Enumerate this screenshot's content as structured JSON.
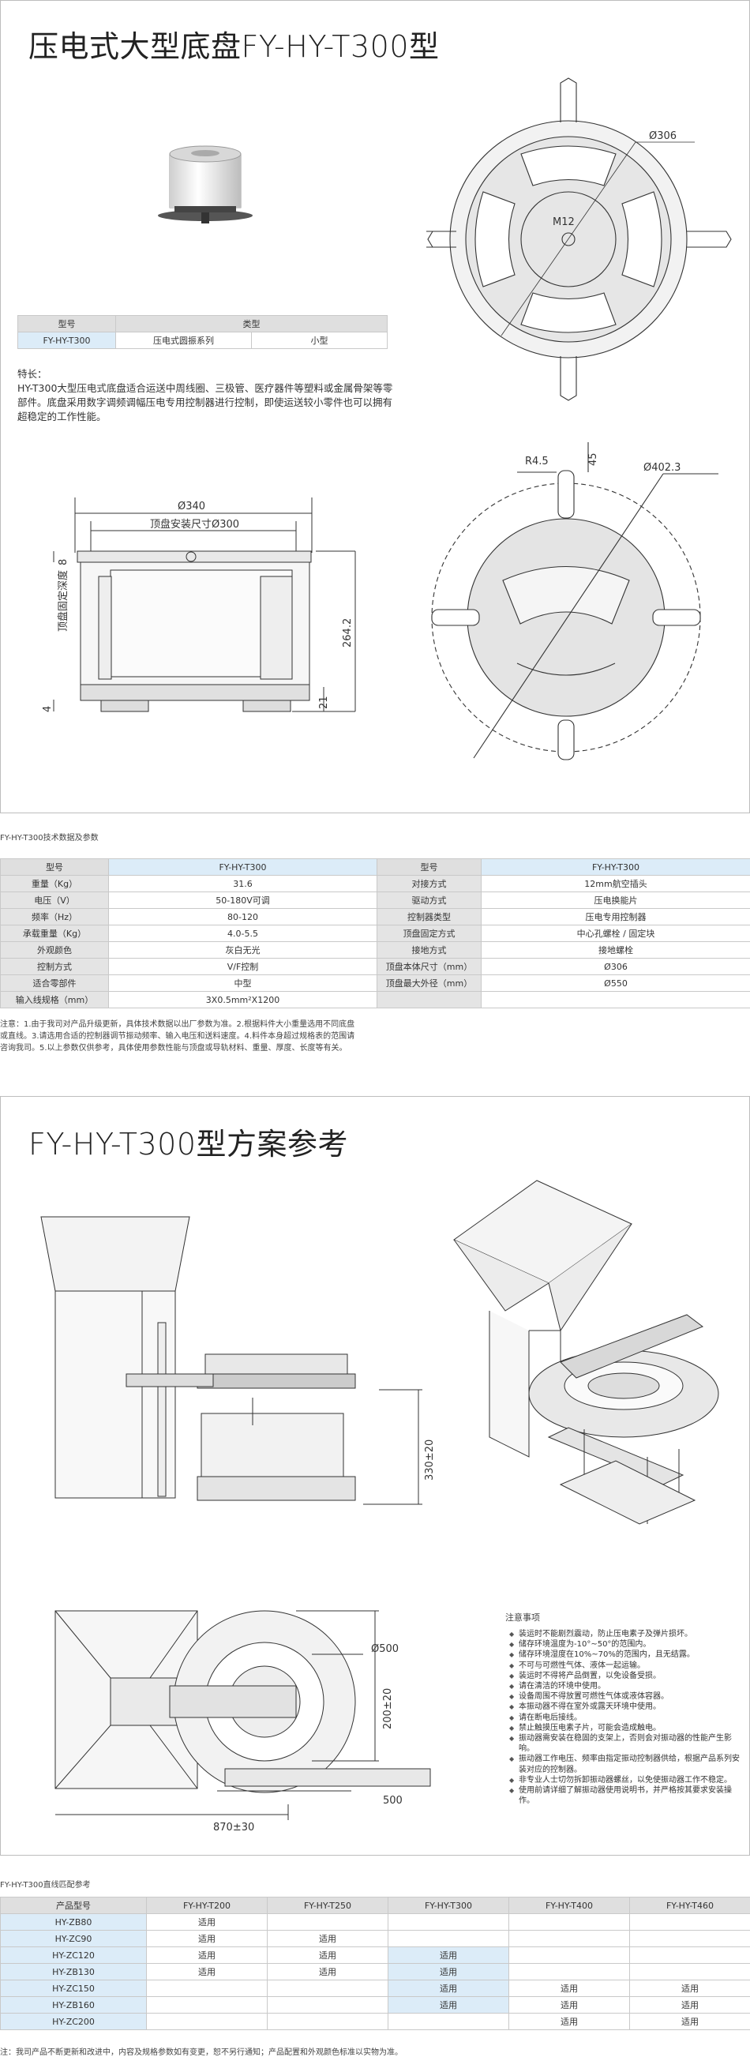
{
  "section1": {
    "title": "压电式大型底盘FY-HY-T300型",
    "model_table": {
      "headers": [
        "型号",
        "类型"
      ],
      "row": [
        "FY-HY-T300",
        "压电式圆振系列",
        "小型"
      ]
    },
    "features_label": "特长：",
    "features_text": "HY-T300大型压电式底盘适合运送中周线圈、三极管、医疗器件等塑料或金属骨架等零部件。底盘采用数字调频调幅压电专用控制器进行控制，即使运送较小零件也可以拥有超稳定的工作性能。",
    "top_view": {
      "dia_label": "Ø306",
      "center_label": "M12"
    },
    "side_view": {
      "dia_label": "Ø340",
      "mount_label": "顶盘安装尺寸Ø300",
      "depth_label": "顶盘固定深度",
      "depth_value": "8",
      "height_value": "264.2",
      "foot_value": "4",
      "base_value": "21"
    },
    "bottom_view": {
      "r_label": "R4.5",
      "w_label": "45",
      "dia_label": "Ø402.3"
    }
  },
  "spec": {
    "caption": "FY-HY-T300技术数据及参数",
    "header": [
      "型号",
      "FY-HY-T300",
      "型号",
      "FY-HY-T300"
    ],
    "rows": [
      [
        "重量（Kg）",
        "31.6",
        "对接方式",
        "12mm航空插头"
      ],
      [
        "电压（V）",
        "50-180V可调",
        "驱动方式",
        "压电换能片"
      ],
      [
        "频率（Hz）",
        "80-120",
        "控制器类型",
        "压电专用控制器"
      ],
      [
        "承载重量（Kg）",
        "4.0-5.5",
        "顶盘固定方式",
        "中心孔螺栓 / 固定块"
      ],
      [
        "外观颜色",
        "灰白无光",
        "接地方式",
        "接地螺栓"
      ],
      [
        "控制方式",
        "V/F控制",
        "顶盘本体尺寸（mm）",
        "Ø306"
      ],
      [
        "适合零部件",
        "中型",
        "顶盘最大外径（mm）",
        "Ø550"
      ],
      [
        "输入线规格（mm）",
        "3X0.5mm²X1200",
        "",
        ""
      ]
    ],
    "notes": "注意：1.由于我司对产品升级更新，具体技术数据以出厂参数为准。2.根据料件大小重量选用不同底盘或直线。3.请选用合适的控制器调节振动频率、输入电压和送料速度。4.料件本身超过规格表的范围请咨询我司。5.以上参数仅供参考，具体使用参数性能与顶盘或导轨材料、重量、厚度、长度等有关。"
  },
  "section2": {
    "title": "FY-HY-T300型方案参考",
    "dims": {
      "height": "330±20",
      "dia": "Ø500",
      "depth": "200±20",
      "width": "870±30",
      "track": "500"
    },
    "caution_title": "注意事项",
    "cautions": [
      "装运时不能剧烈震动，防止压电素子及弹片损坏。",
      "储存环境温度为-10°~50°的范围内。",
      "储存环境湿度在10%~70%的范围内，且无结露。",
      "不可与可燃性气体、液体一起运输。",
      "装运时不得将产品倒置，以免设备受损。",
      "请在清洁的环境中使用。",
      "设备周围不得放置可燃性气体或液体容器。",
      "本振动器不得在室外或露天环境中使用。",
      "请在断电后接线。",
      "禁止触摸压电素子片，可能会造成触电。",
      "振动器需安装在稳固的支架上，否则会对振动器的性能产生影响。",
      "振动器工作电压、频率由指定振动控制器供给，根据产品系列安装对应的控制器。",
      "非专业人士切勿拆卸振动器螺丝，以免使振动器工作不稳定。",
      "使用前请详细了解振动器使用说明书，并严格按其要求安装操作。"
    ]
  },
  "match": {
    "caption": "FY-HY-T300直线匹配参考",
    "header": [
      "产品型号",
      "FY-HY-T200",
      "FY-HY-T250",
      "FY-HY-T300",
      "FY-HY-T400",
      "FY-HY-T460"
    ],
    "mark": "适用",
    "rows": [
      {
        "model": "HY-ZB80",
        "marks": [
          1,
          0,
          0,
          0,
          0
        ]
      },
      {
        "model": "HY-ZC90",
        "marks": [
          1,
          1,
          0,
          0,
          0
        ]
      },
      {
        "model": "HY-ZC120",
        "marks": [
          1,
          1,
          1,
          0,
          0
        ]
      },
      {
        "model": "HY-ZB130",
        "marks": [
          1,
          1,
          1,
          0,
          0
        ]
      },
      {
        "model": "HY-ZC150",
        "marks": [
          0,
          0,
          1,
          1,
          1
        ]
      },
      {
        "model": "HY-ZB160",
        "marks": [
          0,
          0,
          1,
          1,
          1
        ]
      },
      {
        "model": "HY-ZC200",
        "marks": [
          0,
          0,
          0,
          1,
          1
        ]
      }
    ],
    "highlight_col": 3
  },
  "footer": "注：我司产品不断更新和改进中，内容及规格参数如有变更，恕不另行通知；产品配置和外观颜色标准以实物为准。"
}
